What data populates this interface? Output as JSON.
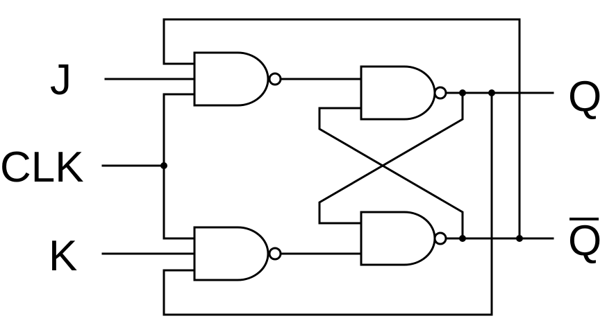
{
  "labels": {
    "j": "J",
    "clk": "CLK",
    "k": "K",
    "q": "Q",
    "q_bar": "Q"
  },
  "colors": {
    "stroke": "#000000",
    "background": "#ffffff"
  }
}
